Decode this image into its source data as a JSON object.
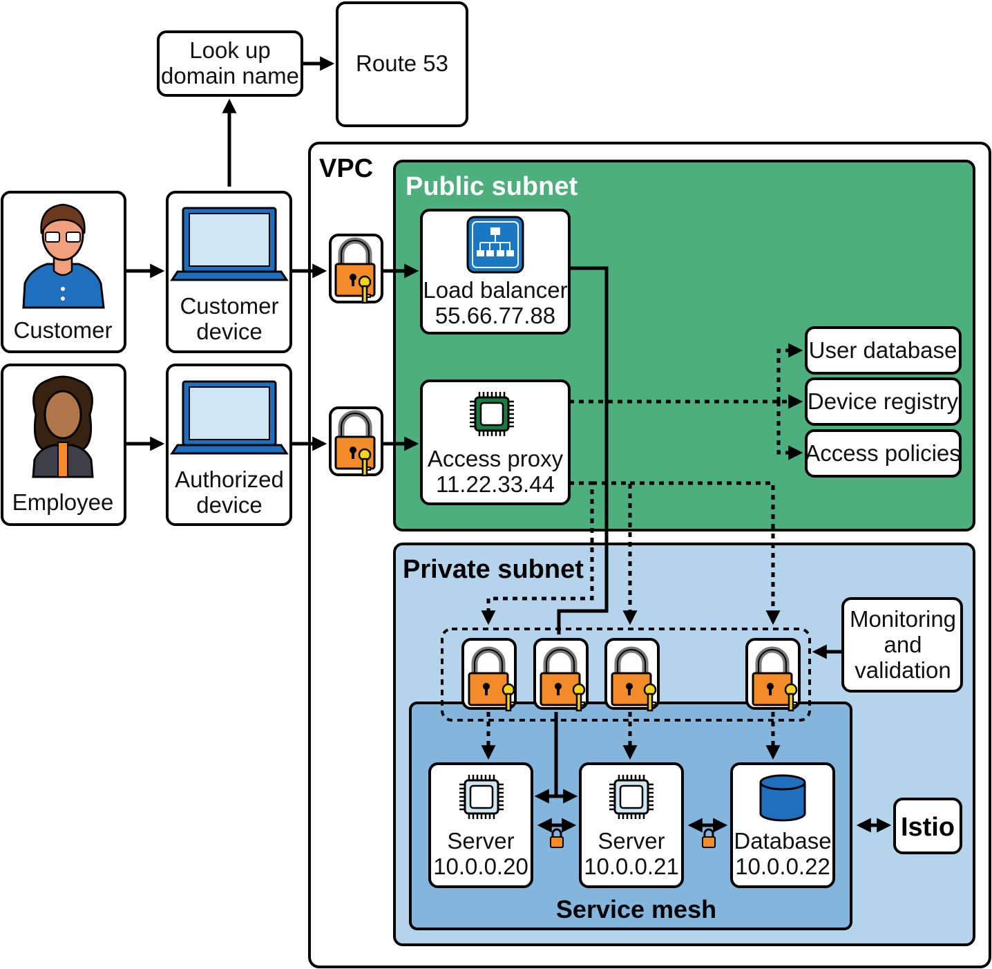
{
  "nodes": {
    "lookup": "Look up\ndomain name",
    "route53": "Route 53",
    "customer": "Customer",
    "employee": "Employee",
    "customer_device": "Customer\ndevice",
    "authorized_device": "Authorized\ndevice",
    "load_balancer": "Load balancer\n55.66.77.88",
    "access_proxy": "Access proxy\n11.22.33.44",
    "user_database": "User database",
    "device_registry": "Device registry",
    "access_policies": "Access policies",
    "monitoring": "Monitoring\nand\nvalidation",
    "server1": "Server\n10.0.0.20",
    "server2": "Server\n10.0.0.21",
    "database": "Database\n10.0.0.22",
    "istio": "Istio"
  },
  "regions": {
    "vpc": "VPC",
    "public_subnet": "Public subnet",
    "private_subnet": "Private subnet",
    "service_mesh": "Service mesh"
  },
  "icons": {
    "customer": "person-icon",
    "employee": "person-icon",
    "devices": "laptop-icon",
    "lock": "padlock-icon",
    "load_balancer": "network-hierarchy-icon",
    "chip": "chip-icon",
    "database": "cylinder-icon"
  },
  "colors": {
    "public_subnet": "#4caf7d",
    "private_subnet": "#b3d4ea",
    "service_mesh": "#84b6dd",
    "lock": "#f28c28",
    "key": "#f5d31f",
    "laptop": "#1f6fbf",
    "load_balancer_icon": "#1a78c2",
    "chip_green": "#1b7a3e"
  }
}
